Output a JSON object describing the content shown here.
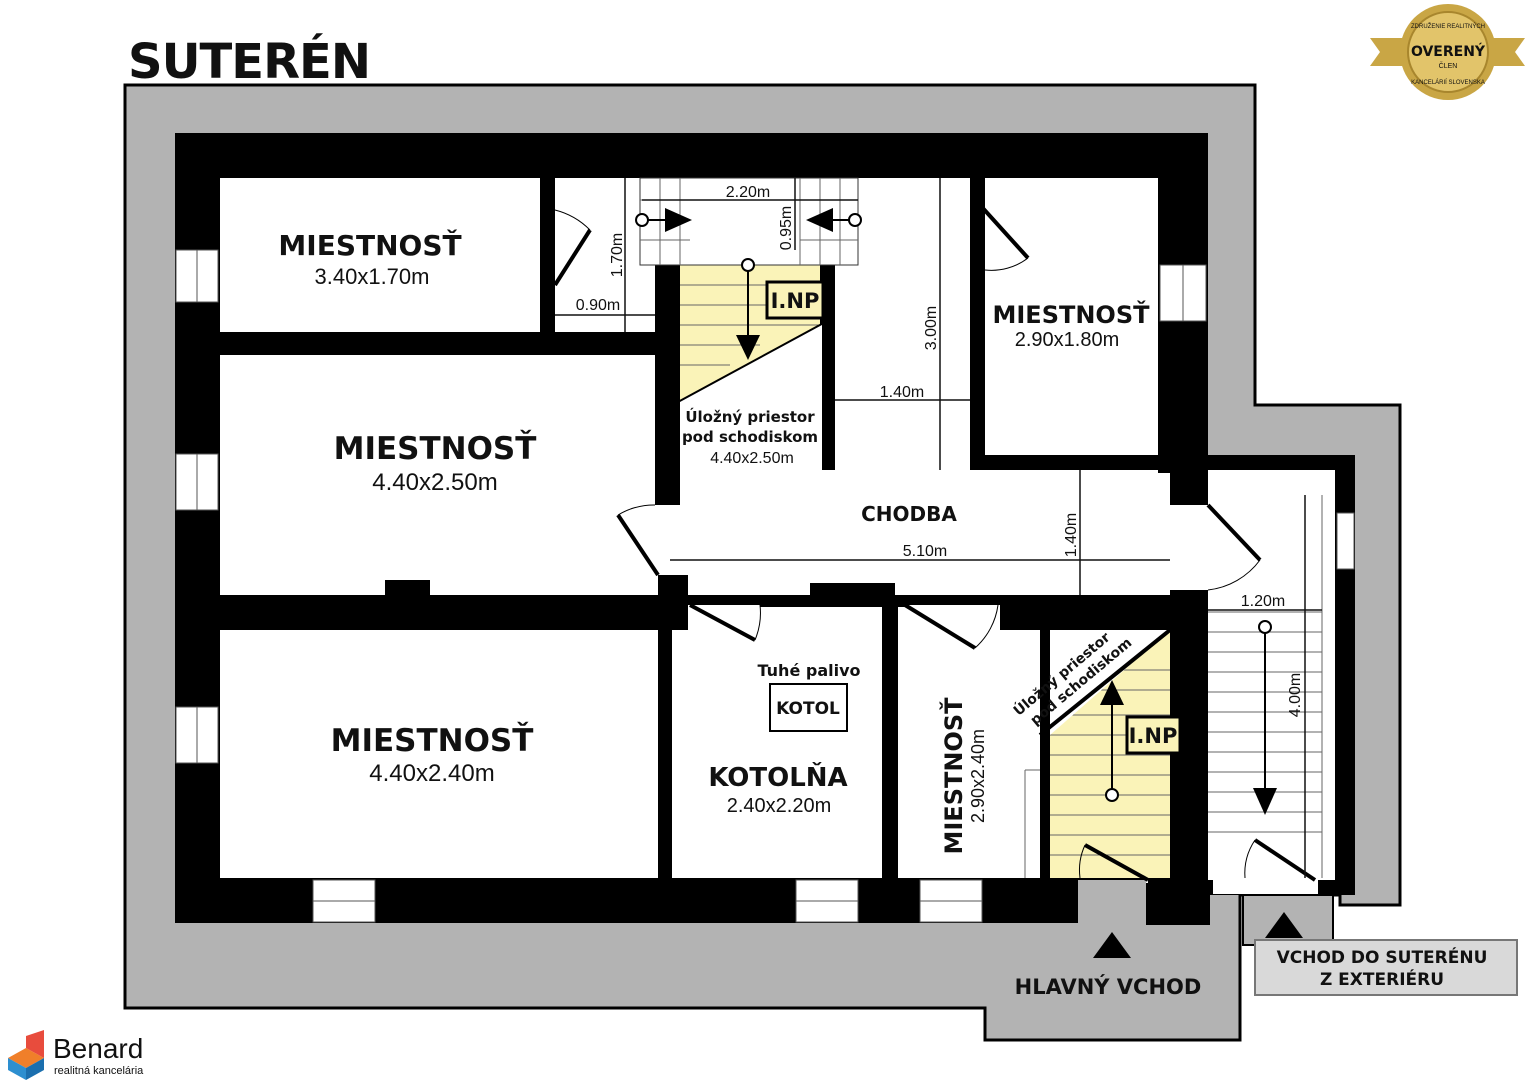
{
  "title": "SUTERÉN",
  "badge": {
    "top_text": "ZDRUŽENIE REALITNÝCH",
    "main": "OVERENÝ",
    "sub": "ČLEN",
    "bottom_text": "KANCELÁRIÍ SLOVENSKA",
    "gold": "#c9a645"
  },
  "rooms": {
    "room1": {
      "name": "MIESTNOSŤ",
      "size": "3.40x1.70m"
    },
    "room2": {
      "name": "MIESTNOSŤ",
      "size": "4.40x2.50m"
    },
    "room3": {
      "name": "MIESTNOSŤ",
      "size": "4.40x2.40m"
    },
    "room4": {
      "name": "MIESTNOSŤ",
      "size": "2.90x1.80m"
    },
    "room5": {
      "name": "MIESTNOSŤ",
      "size": "2.90x2.40m"
    },
    "boiler_room": {
      "name": "KOTOLŇA",
      "size": "2.40x2.20m"
    },
    "corridor": {
      "name": "CHODBA"
    },
    "storage1": {
      "line1": "Úložný priestor",
      "line2": "pod schodiskom",
      "size": "4.40x2.50m"
    },
    "storage2": {
      "line1": "Úložný priestor",
      "line2": "pod schodiskom"
    }
  },
  "stairs": {
    "label1": "I.NP",
    "label2": "I.NP"
  },
  "boiler": {
    "fuel_label": "Tuhé palivo",
    "box_label": "KOTOL"
  },
  "dimensions": {
    "d1": "2.20m",
    "d2": "0.95m",
    "d3": "1.70m",
    "d4": "0.90m",
    "d5": "3.00m",
    "d6": "1.40m",
    "d7": "5.10m",
    "d8": "1.40m",
    "d9": "1.20m",
    "d10": "4.00m"
  },
  "entrances": {
    "main": "HLAVNÝ VCHOD",
    "exterior_line1": "VCHOD DO SUTERÉNU",
    "exterior_line2": "Z EXTERIÉRU"
  },
  "logo": {
    "name": "Benard",
    "tagline": "realitná kancelária"
  },
  "colors": {
    "storage_fill": "#faf3b8",
    "ground": "#b3b3b3",
    "wall": "#000000",
    "logo_blue": "#2d8fd0",
    "logo_orange": "#f07f2a"
  }
}
